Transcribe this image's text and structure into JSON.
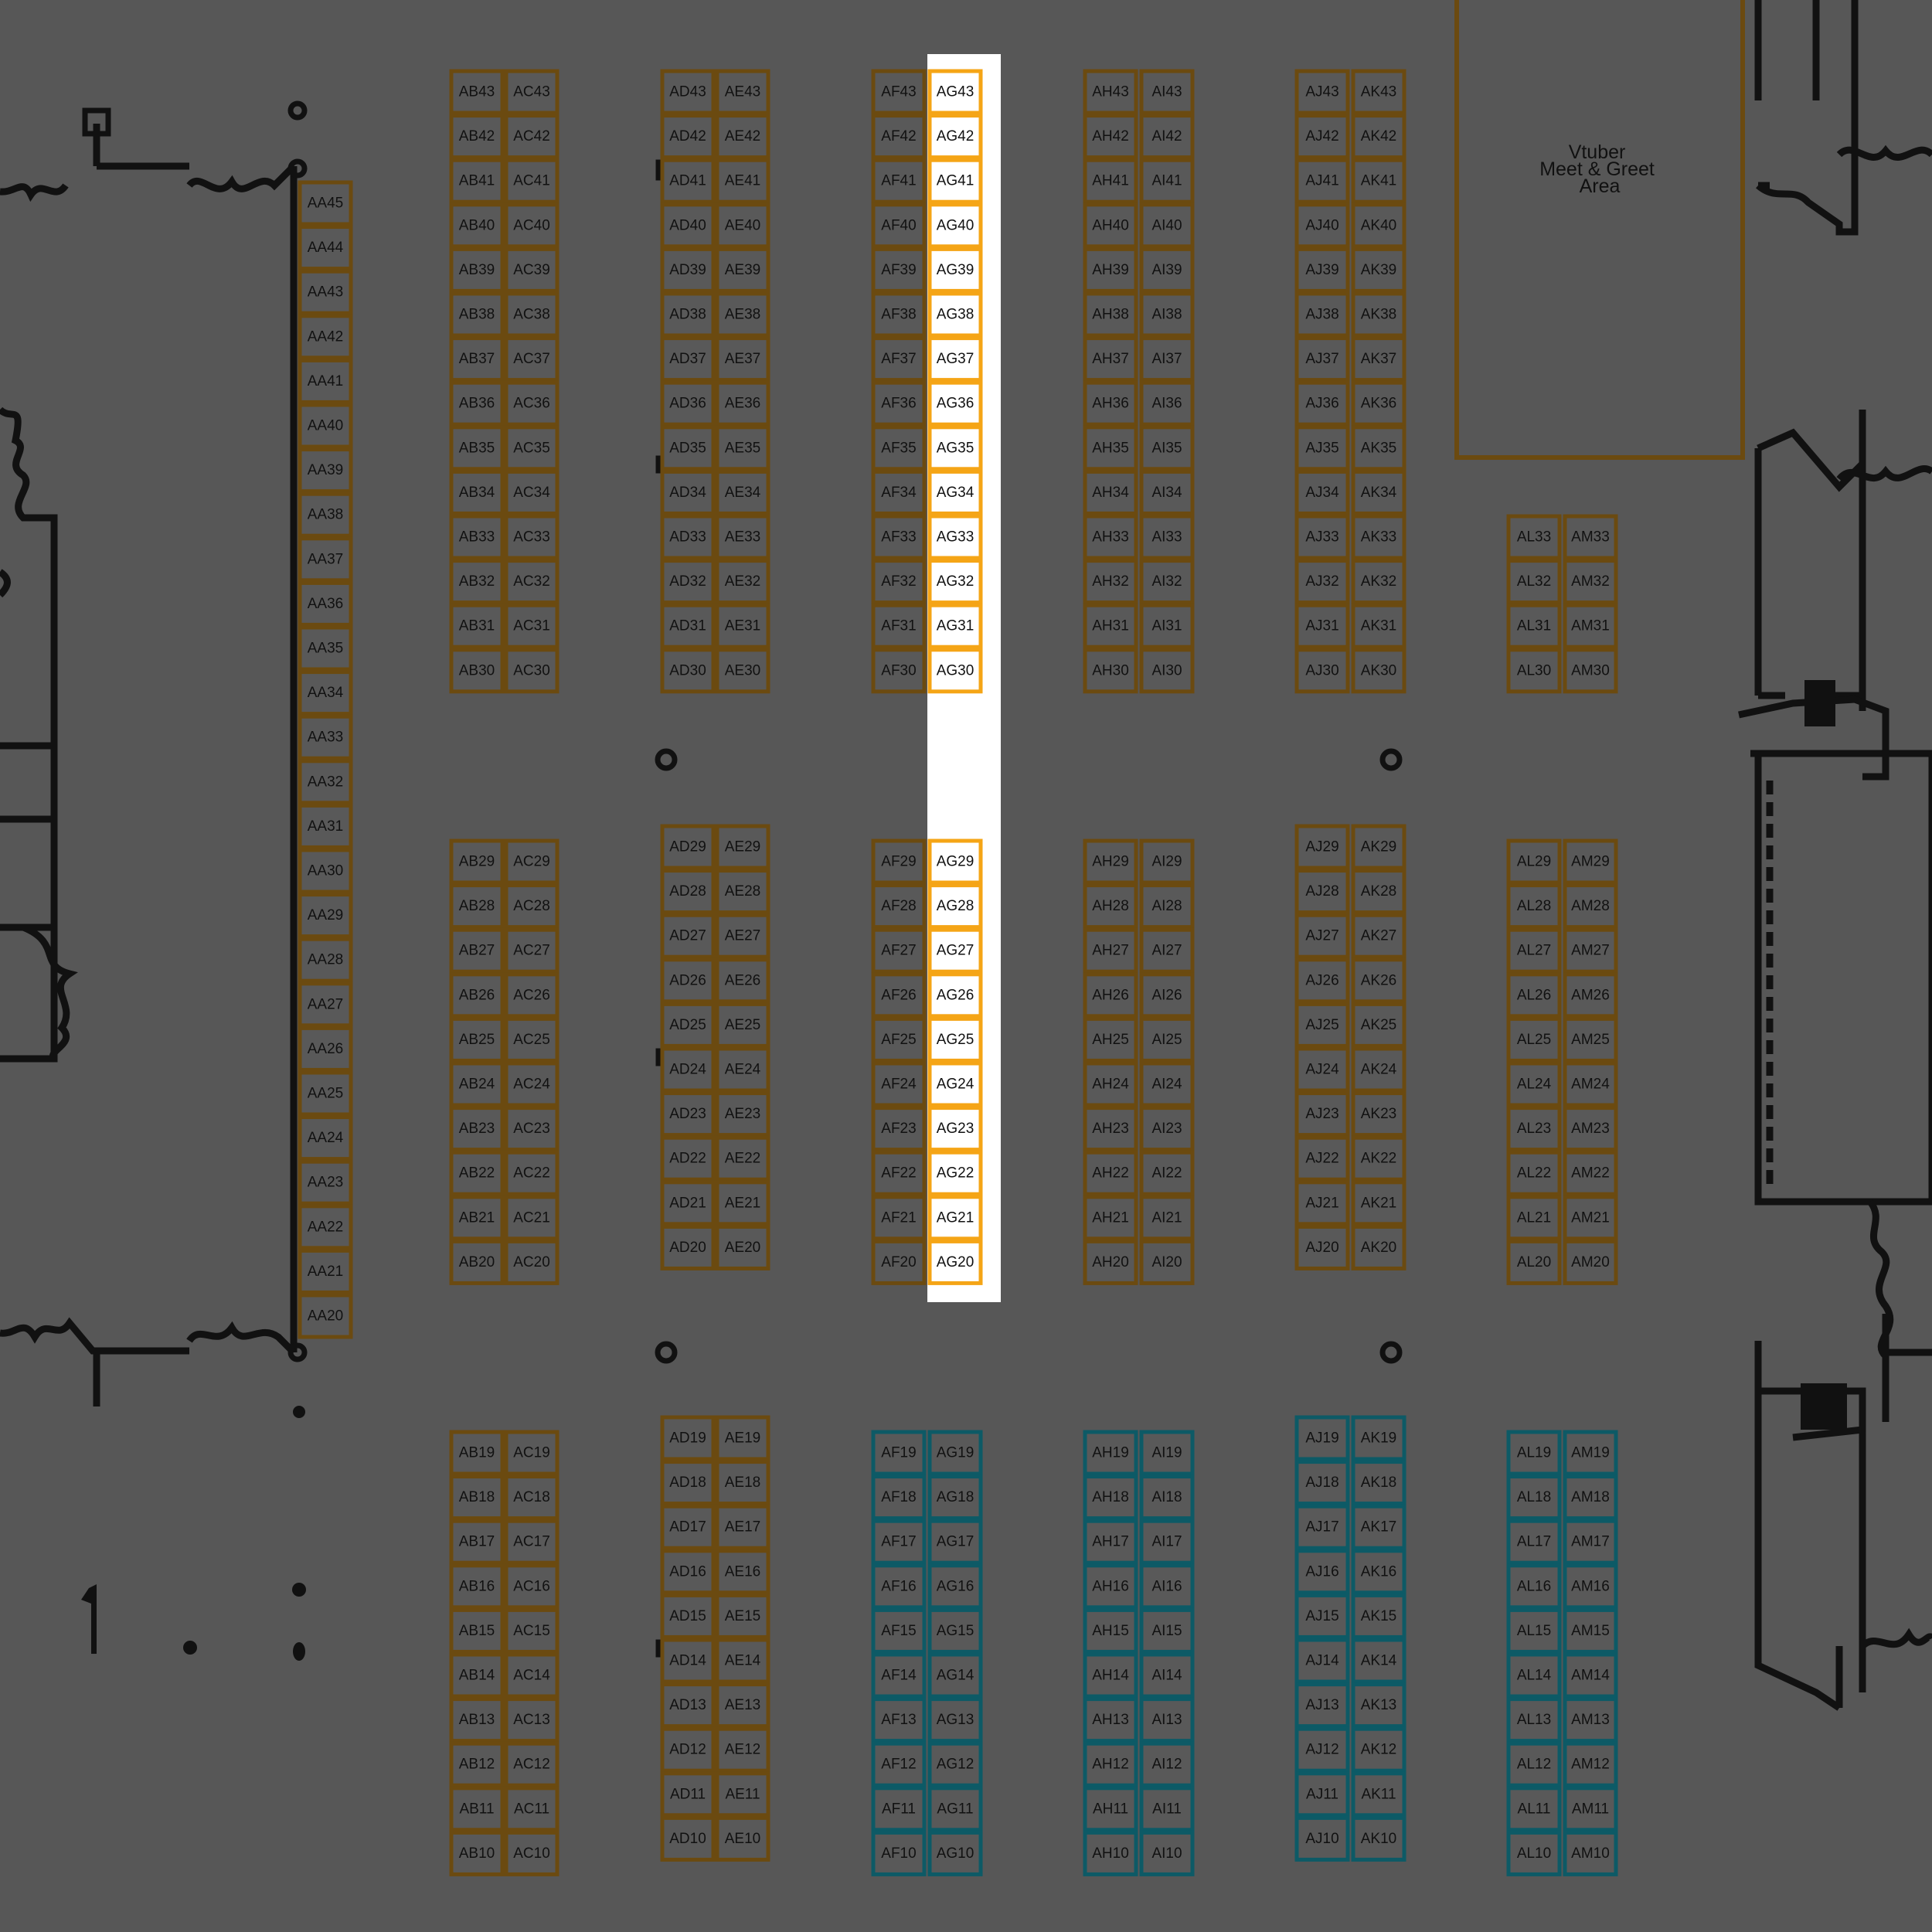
{
  "map": {
    "background": "#575757",
    "colors": {
      "default_border": "#6b4a10",
      "dim_fill": "#595959",
      "teal_border": "#0d5a66",
      "highlight_border": "#f5a516",
      "highlight_fill": "#ffffff",
      "structure": "#111111",
      "meet_area_border": "#6b4a10"
    },
    "highlighted_row": "AG",
    "meet_area": {
      "lines": [
        "Vtuber",
        "Meet & Greet",
        "Area"
      ]
    },
    "aa_column": {
      "prefix": "AA",
      "from": 45,
      "to": 20
    },
    "row_pairs": [
      {
        "left": "AB",
        "right": "AC",
        "blocks": [
          [
            43,
            30
          ],
          [
            29,
            20
          ],
          [
            19,
            10
          ]
        ],
        "teal_block": false
      },
      {
        "left": "AD",
        "right": "AE",
        "blocks": [
          [
            43,
            41
          ],
          [
            40,
            35
          ],
          [
            34,
            30
          ],
          [
            29,
            25
          ],
          [
            24,
            20
          ],
          [
            19,
            15
          ],
          [
            14,
            10
          ]
        ],
        "teal_block": false
      },
      {
        "left": "AF",
        "right": "AG",
        "blocks": [
          [
            43,
            30
          ],
          [
            29,
            20
          ],
          [
            19,
            10
          ]
        ],
        "teal_block": true
      },
      {
        "left": "AH",
        "right": "AI",
        "blocks": [
          [
            43,
            30
          ],
          [
            29,
            20
          ],
          [
            19,
            10
          ]
        ],
        "teal_block": true
      },
      {
        "left": "AJ",
        "right": "AK",
        "blocks": [
          [
            43,
            41
          ],
          [
            40,
            35
          ],
          [
            34,
            30
          ],
          [
            29,
            25
          ],
          [
            24,
            20
          ],
          [
            19,
            15
          ],
          [
            14,
            10
          ]
        ],
        "teal_block": true
      },
      {
        "left": "AL",
        "right": "AM",
        "blocks": [
          [
            33,
            30
          ],
          [
            29,
            20
          ],
          [
            19,
            10
          ]
        ],
        "teal_block": true
      }
    ]
  }
}
